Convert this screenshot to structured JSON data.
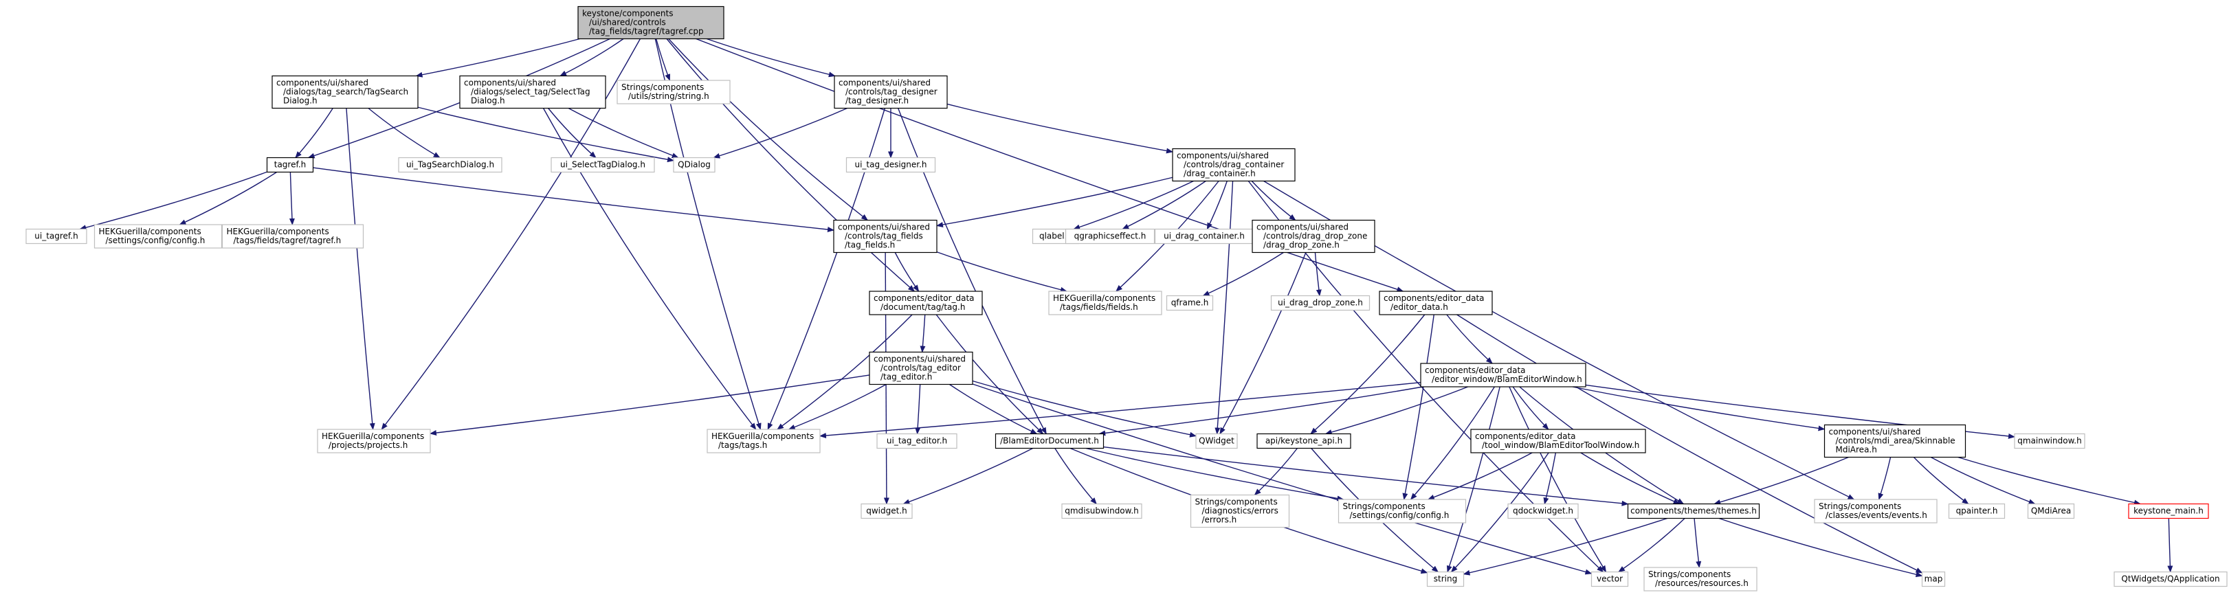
{
  "colors": {
    "edge": "#191970",
    "root_fill": "#bfbfbf",
    "documented_border": "#000000",
    "external_border": "#bfbfbf",
    "external_text": "#000000",
    "broken_border": "#ff0000"
  },
  "nodes": [
    {
      "id": "root",
      "lines": [
        "keystone/components",
        "/ui/shared/controls",
        "/tag_fields/tagref/tagref.cpp"
      ],
      "kind": "root"
    },
    {
      "id": "tagsearch",
      "lines": [
        "components/ui/shared",
        "/dialogs/tag_search/TagSearch",
        "Dialog.h"
      ],
      "kind": "doc"
    },
    {
      "id": "selecttag",
      "lines": [
        "components/ui/shared",
        "/dialogs/select_tag/SelectTag",
        "Dialog.h"
      ],
      "kind": "doc"
    },
    {
      "id": "strutil",
      "lines": [
        "Strings/components",
        "/utils/string/string.h"
      ],
      "kind": "ext"
    },
    {
      "id": "tagdesigner",
      "lines": [
        "components/ui/shared",
        "/controls/tag_designer",
        "/tag_designer.h"
      ],
      "kind": "doc"
    },
    {
      "id": "tagref",
      "lines": [
        "tagref.h"
      ],
      "kind": "doc"
    },
    {
      "id": "ui_tagsearch",
      "lines": [
        "ui_TagSearchDialog.h"
      ],
      "kind": "ext"
    },
    {
      "id": "ui_selecttag",
      "lines": [
        "ui_SelectTagDialog.h"
      ],
      "kind": "ext"
    },
    {
      "id": "qdialog",
      "lines": [
        "QDialog"
      ],
      "kind": "ext"
    },
    {
      "id": "ui_tagdesigner",
      "lines": [
        "ui_tag_designer.h"
      ],
      "kind": "ext"
    },
    {
      "id": "dragcontainer",
      "lines": [
        "components/ui/shared",
        "/controls/drag_container",
        "/drag_container.h"
      ],
      "kind": "doc"
    },
    {
      "id": "ui_tagref",
      "lines": [
        "ui_tagref.h"
      ],
      "kind": "ext"
    },
    {
      "id": "hekconfig",
      "lines": [
        "HEKGuerilla/components",
        "/settings/config/config.h"
      ],
      "kind": "ext"
    },
    {
      "id": "hektagref",
      "lines": [
        "HEKGuerilla/components",
        "/tags/fields/tagref/tagref.h"
      ],
      "kind": "ext"
    },
    {
      "id": "tagfields",
      "lines": [
        "components/ui/shared",
        "/controls/tag_fields",
        "/tag_fields.h"
      ],
      "kind": "doc"
    },
    {
      "id": "qlabel",
      "lines": [
        "qlabel.h"
      ],
      "kind": "ext"
    },
    {
      "id": "qgraphicseffect",
      "lines": [
        "qgraphicseffect.h"
      ],
      "kind": "ext"
    },
    {
      "id": "ui_dragcontainer",
      "lines": [
        "ui_drag_container.h"
      ],
      "kind": "ext"
    },
    {
      "id": "dragdropzone",
      "lines": [
        "components/ui/shared",
        "/controls/drag_drop_zone",
        "/drag_drop_zone.h"
      ],
      "kind": "doc"
    },
    {
      "id": "hekfields",
      "lines": [
        "HEKGuerilla/components",
        "/tags/fields/fields.h"
      ],
      "kind": "ext"
    },
    {
      "id": "editortag",
      "lines": [
        "components/editor_data",
        "/document/tag/tag.h"
      ],
      "kind": "doc"
    },
    {
      "id": "qframe",
      "lines": [
        "qframe.h"
      ],
      "kind": "ext"
    },
    {
      "id": "ui_dragdropzone",
      "lines": [
        "ui_drag_drop_zone.h"
      ],
      "kind": "ext"
    },
    {
      "id": "editordata",
      "lines": [
        "components/editor_data",
        "/editor_data.h"
      ],
      "kind": "doc"
    },
    {
      "id": "tageditor",
      "lines": [
        "components/ui/shared",
        "/controls/tag_editor",
        "/tag_editor.h"
      ],
      "kind": "doc"
    },
    {
      "id": "blameditorwindow",
      "lines": [
        "components/editor_data",
        "/editor_window/BlamEditorWindow.h"
      ],
      "kind": "doc"
    },
    {
      "id": "hekprojects",
      "lines": [
        "HEKGuerilla/components",
        "/projects/projects.h"
      ],
      "kind": "ext"
    },
    {
      "id": "hektags",
      "lines": [
        "HEKGuerilla/components",
        "/tags/tags.h"
      ],
      "kind": "ext"
    },
    {
      "id": "ui_tageditor",
      "lines": [
        "ui_tag_editor.h"
      ],
      "kind": "ext"
    },
    {
      "id": "blameditordoc",
      "lines": [
        "/BlamEditorDocument.h"
      ],
      "kind": "doc"
    },
    {
      "id": "qwidgetcap",
      "lines": [
        "QWidget"
      ],
      "kind": "ext"
    },
    {
      "id": "keystoneapi",
      "lines": [
        "api/keystone_api.h"
      ],
      "kind": "doc"
    },
    {
      "id": "toolwindow",
      "lines": [
        "components/editor_data",
        "/tool_window/BlamEditorToolWindow.h"
      ],
      "kind": "doc"
    },
    {
      "id": "mdiarea",
      "lines": [
        "components/ui/shared",
        "/controls/mdi_area/Skinnable",
        "MdiArea.h"
      ],
      "kind": "doc"
    },
    {
      "id": "qmainwindow",
      "lines": [
        "qmainwindow.h"
      ],
      "kind": "ext"
    },
    {
      "id": "qwidget",
      "lines": [
        "qwidget.h"
      ],
      "kind": "ext"
    },
    {
      "id": "qmdisubwindow",
      "lines": [
        "qmdisubwindow.h"
      ],
      "kind": "ext"
    },
    {
      "id": "errors",
      "lines": [
        "Strings/components",
        "/diagnostics/errors",
        "/errors.h"
      ],
      "kind": "ext"
    },
    {
      "id": "settingsconfig",
      "lines": [
        "Strings/components",
        "/settings/config/config.h"
      ],
      "kind": "ext"
    },
    {
      "id": "qdockwidget",
      "lines": [
        "qdockwidget.h"
      ],
      "kind": "ext"
    },
    {
      "id": "themes",
      "lines": [
        "components/themes/themes.h"
      ],
      "kind": "doc"
    },
    {
      "id": "events",
      "lines": [
        "Strings/components",
        "/classes/events/events.h"
      ],
      "kind": "ext"
    },
    {
      "id": "qpainter",
      "lines": [
        "qpainter.h"
      ],
      "kind": "ext"
    },
    {
      "id": "qmdiarea",
      "lines": [
        "QMdiArea"
      ],
      "kind": "ext"
    },
    {
      "id": "keystonemain",
      "lines": [
        "keystone_main.h"
      ],
      "kind": "broken"
    },
    {
      "id": "string",
      "lines": [
        "string"
      ],
      "kind": "ext"
    },
    {
      "id": "vector",
      "lines": [
        "vector"
      ],
      "kind": "ext"
    },
    {
      "id": "resources",
      "lines": [
        "Strings/components",
        "/resources/resources.h"
      ],
      "kind": "ext"
    },
    {
      "id": "map",
      "lines": [
        "map"
      ],
      "kind": "ext"
    },
    {
      "id": "qapplication",
      "lines": [
        "QtWidgets/QApplication"
      ],
      "kind": "ext"
    }
  ],
  "edges": [
    [
      "root",
      "tagsearch"
    ],
    [
      "root",
      "selecttag"
    ],
    [
      "root",
      "strutil"
    ],
    [
      "root",
      "tagdesigner"
    ],
    [
      "root",
      "tagref"
    ],
    [
      "root",
      "tagfields"
    ],
    [
      "root",
      "editortag"
    ],
    [
      "root",
      "editordata"
    ],
    [
      "root",
      "hekprojects"
    ],
    [
      "root",
      "hektags"
    ],
    [
      "tagsearch",
      "tagref"
    ],
    [
      "tagsearch",
      "ui_tagsearch"
    ],
    [
      "tagsearch",
      "qdialog"
    ],
    [
      "tagsearch",
      "hekprojects"
    ],
    [
      "selecttag",
      "ui_selecttag"
    ],
    [
      "selecttag",
      "qdialog"
    ],
    [
      "selecttag",
      "hektags"
    ],
    [
      "tagdesigner",
      "qdialog"
    ],
    [
      "tagdesigner",
      "ui_tagdesigner"
    ],
    [
      "tagdesigner",
      "dragcontainer"
    ],
    [
      "tagdesigner",
      "hektags"
    ],
    [
      "tagdesigner",
      "blameditordoc"
    ],
    [
      "tagref",
      "ui_tagref"
    ],
    [
      "tagref",
      "hekconfig"
    ],
    [
      "tagref",
      "hektagref"
    ],
    [
      "tagref",
      "tagfields"
    ],
    [
      "dragcontainer",
      "tagfields"
    ],
    [
      "dragcontainer",
      "qlabel"
    ],
    [
      "dragcontainer",
      "qgraphicseffect"
    ],
    [
      "dragcontainer",
      "ui_dragcontainer"
    ],
    [
      "dragcontainer",
      "dragdropzone"
    ],
    [
      "dragcontainer",
      "hekfields"
    ],
    [
      "dragcontainer",
      "qwidgetcap"
    ],
    [
      "dragcontainer",
      "events"
    ],
    [
      "dragcontainer",
      "vector"
    ],
    [
      "tagfields",
      "editortag"
    ],
    [
      "tagfields",
      "hekfields"
    ],
    [
      "tagfields",
      "qwidget"
    ],
    [
      "dragdropzone",
      "qframe"
    ],
    [
      "dragdropzone",
      "ui_dragdropzone"
    ],
    [
      "dragdropzone",
      "qwidgetcap"
    ],
    [
      "editortag",
      "tageditor"
    ],
    [
      "editortag",
      "hektags"
    ],
    [
      "editortag",
      "blameditordoc"
    ],
    [
      "editordata",
      "blameditorwindow"
    ],
    [
      "editordata",
      "keystoneapi"
    ],
    [
      "editordata",
      "settingsconfig"
    ],
    [
      "editordata",
      "map"
    ],
    [
      "tageditor",
      "hekprojects"
    ],
    [
      "tageditor",
      "hektags"
    ],
    [
      "tageditor",
      "ui_tageditor"
    ],
    [
      "tageditor",
      "blameditordoc"
    ],
    [
      "tageditor",
      "qwidgetcap"
    ],
    [
      "tageditor",
      "vector"
    ],
    [
      "blameditorwindow",
      "hektags"
    ],
    [
      "blameditorwindow",
      "blameditordoc"
    ],
    [
      "blameditorwindow",
      "keystoneapi"
    ],
    [
      "blameditorwindow",
      "toolwindow"
    ],
    [
      "blameditorwindow",
      "mdiarea"
    ],
    [
      "blameditorwindow",
      "qmainwindow"
    ],
    [
      "blameditorwindow",
      "settingsconfig"
    ],
    [
      "blameditorwindow",
      "themes"
    ],
    [
      "blameditorwindow",
      "string"
    ],
    [
      "blameditorwindow",
      "vector"
    ],
    [
      "blameditordoc",
      "qwidget"
    ],
    [
      "blameditordoc",
      "qmdisubwindow"
    ],
    [
      "blameditordoc",
      "settingsconfig"
    ],
    [
      "blameditordoc",
      "themes"
    ],
    [
      "blameditordoc",
      "string"
    ],
    [
      "keystoneapi",
      "errors"
    ],
    [
      "keystoneapi",
      "string"
    ],
    [
      "toolwindow",
      "settingsconfig"
    ],
    [
      "toolwindow",
      "qdockwidget"
    ],
    [
      "toolwindow",
      "themes"
    ],
    [
      "toolwindow",
      "string"
    ],
    [
      "mdiarea",
      "themes"
    ],
    [
      "mdiarea",
      "events"
    ],
    [
      "mdiarea",
      "qpainter"
    ],
    [
      "mdiarea",
      "qmdiarea"
    ],
    [
      "mdiarea",
      "keystonemain"
    ],
    [
      "themes",
      "string"
    ],
    [
      "themes",
      "vector"
    ],
    [
      "themes",
      "resources"
    ],
    [
      "themes",
      "map"
    ],
    [
      "keystonemain",
      "qapplication"
    ]
  ]
}
